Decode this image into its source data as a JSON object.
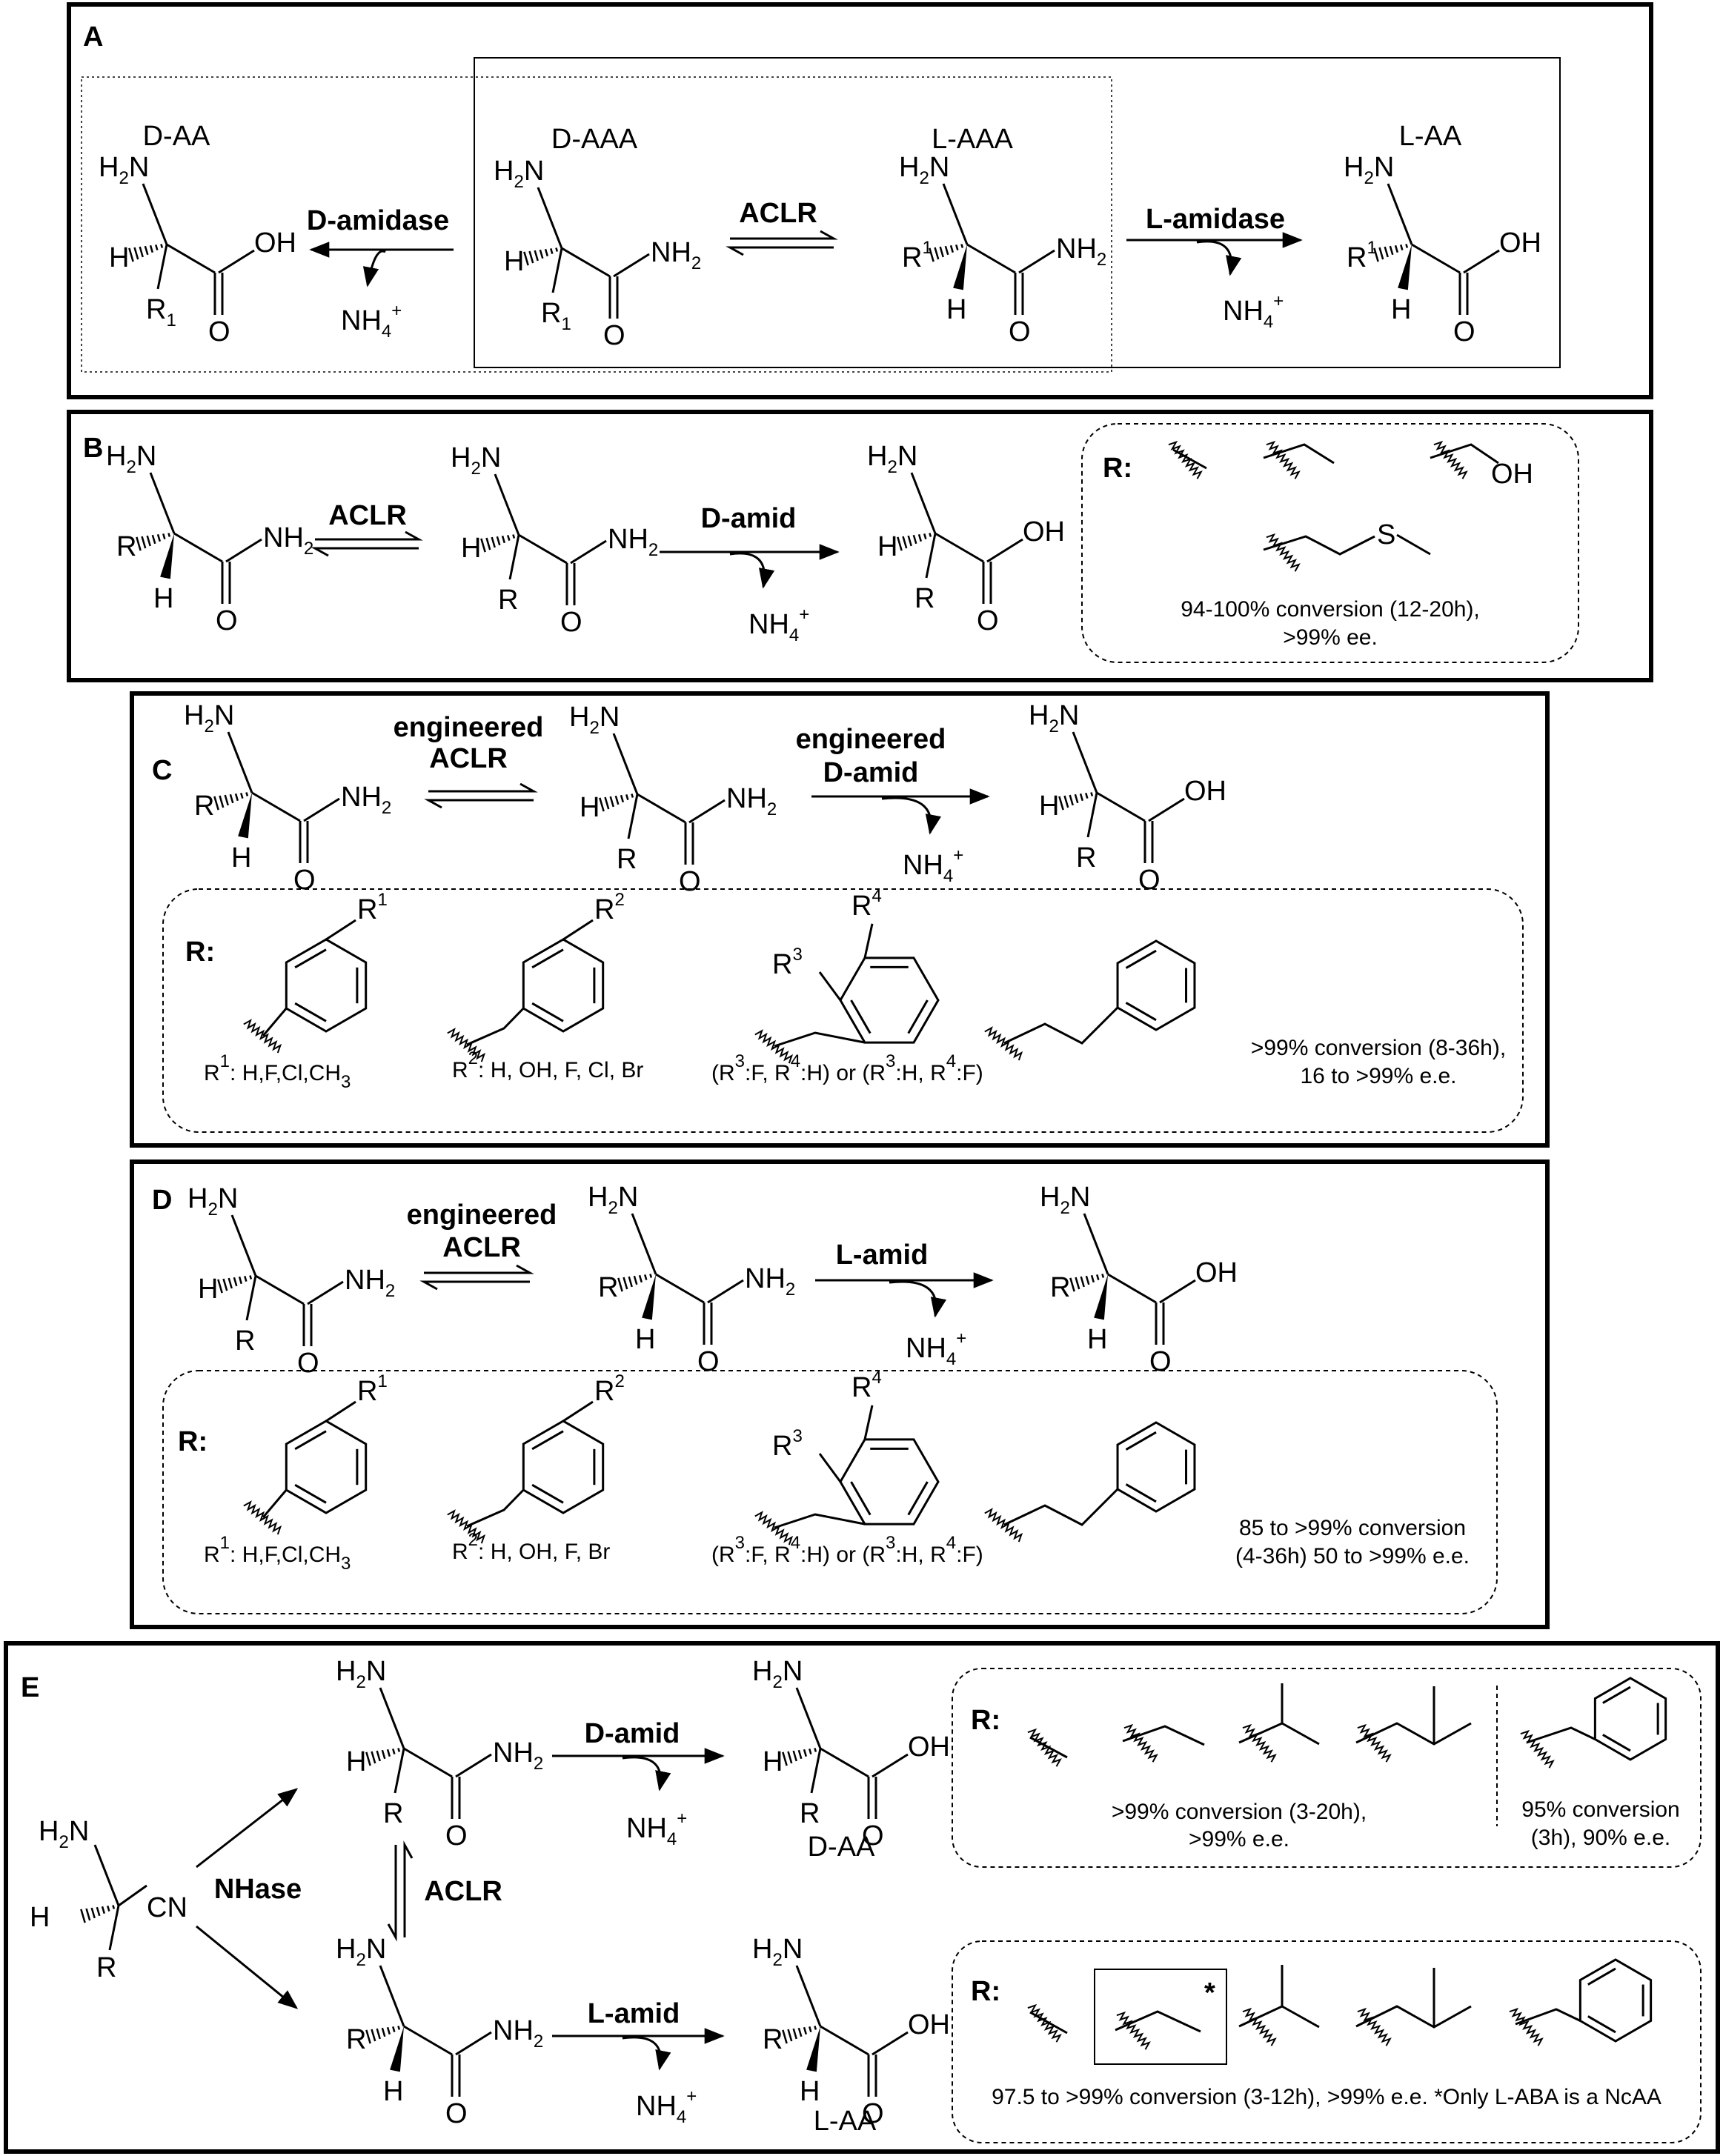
{
  "panels": {
    "a": {
      "letter": "A",
      "names": [
        "D-AA",
        "D-AAA",
        "L-AAA",
        "L-AA"
      ],
      "enzymes": [
        "D-amidase",
        "ACLR",
        "L-amidase"
      ]
    },
    "b": {
      "letter": "B",
      "enzymes": [
        "ACLR",
        "D-amid"
      ],
      "r_label": "R:",
      "result": [
        "94-100% conversion (12-20h),",
        ">99% ee."
      ]
    },
    "c": {
      "letter": "C",
      "enzymes": [
        "engineered",
        "ACLR",
        "engineered",
        "D-amid"
      ],
      "r_label": "R:",
      "subst": [
        "R",
        "1",
        ": H,F,Cl,CH",
        "3",
        "R",
        "2",
        ": H, OH, F, Cl, Br",
        "(R",
        "3",
        ":F, R",
        "4",
        ":H) or (R",
        "3",
        ":H, R",
        "4",
        ":F)"
      ],
      "result": [
        ">99% conversion (8-36h),",
        "16 to >99% e.e."
      ]
    },
    "d": {
      "letter": "D",
      "enzymes": [
        "engineered",
        "ACLR",
        "L-amid"
      ],
      "r_label": "R:",
      "subst": [
        "R",
        "1",
        ": H,F,Cl,CH",
        "3",
        "R",
        "2",
        ": H, OH, F, Br",
        "(R",
        "3",
        ":F, R",
        "4",
        ":H) or (R",
        "3",
        ":H, R",
        "4",
        ":F)"
      ],
      "result": [
        "85 to >99% conversion",
        "(4-36h) 50 to >99% e.e."
      ]
    },
    "e": {
      "letter": "E",
      "enzymes": [
        "NHase",
        "ACLR",
        "D-amid",
        "L-amid"
      ],
      "names": [
        "D-AA",
        "L-AA"
      ],
      "r_label": "R:",
      "result_top": [
        ">99% conversion (3-20h),",
        ">99% e.e."
      ],
      "result_top_right": [
        "95% conversion",
        "(3h), 90% e.e."
      ],
      "result_bottom": "97.5 to >99% conversion (3-12h), >99% e.e. *Only L-ABA is a NcAA",
      "star": "*"
    }
  },
  "atoms": {
    "h2n": [
      "H",
      "2",
      "N"
    ],
    "nh2": [
      "NH",
      "2"
    ],
    "oh": "OH",
    "o": "O",
    "h": "H",
    "r": "R",
    "r1": [
      "R",
      "1"
    ],
    "r2": [
      "R",
      "2"
    ],
    "r3": [
      "R",
      "3"
    ],
    "r4": [
      "R",
      "4"
    ],
    "cn": "CN",
    "s": "S",
    "nh4": [
      "NH",
      "4",
      "+"
    ]
  }
}
